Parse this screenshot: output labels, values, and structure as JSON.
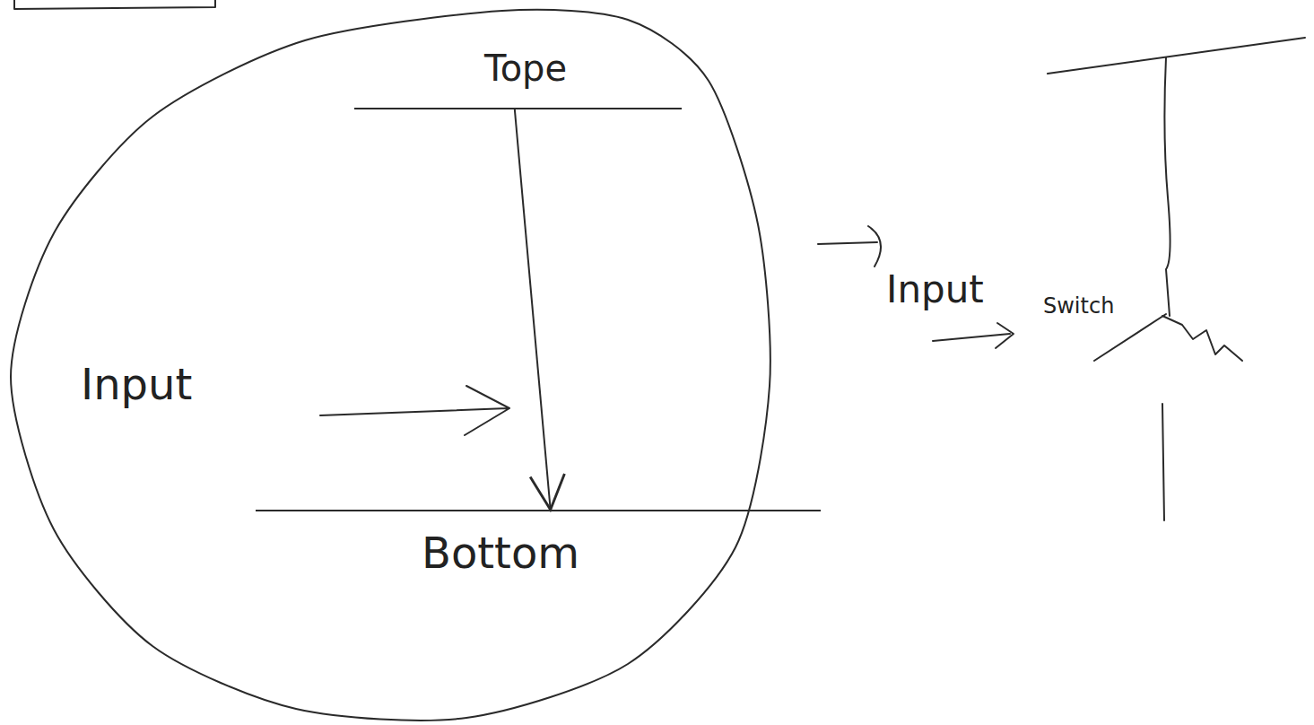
{
  "diagram": {
    "nodes": [
      {
        "text": [
          "Input"
        ]
      },
      {
        "text": [
          "Tope"
        ],
        "in": 0
      },
      {
        "text": [
          "Bottom"
        ],
        "in": 0
      }
    ],
    "edges": [
      {
        "from": 1,
        "to": 2,
        "arrow": "to"
      }
    ],
    "labels": [
      "Input",
      "Switch"
    ]
  }
}
